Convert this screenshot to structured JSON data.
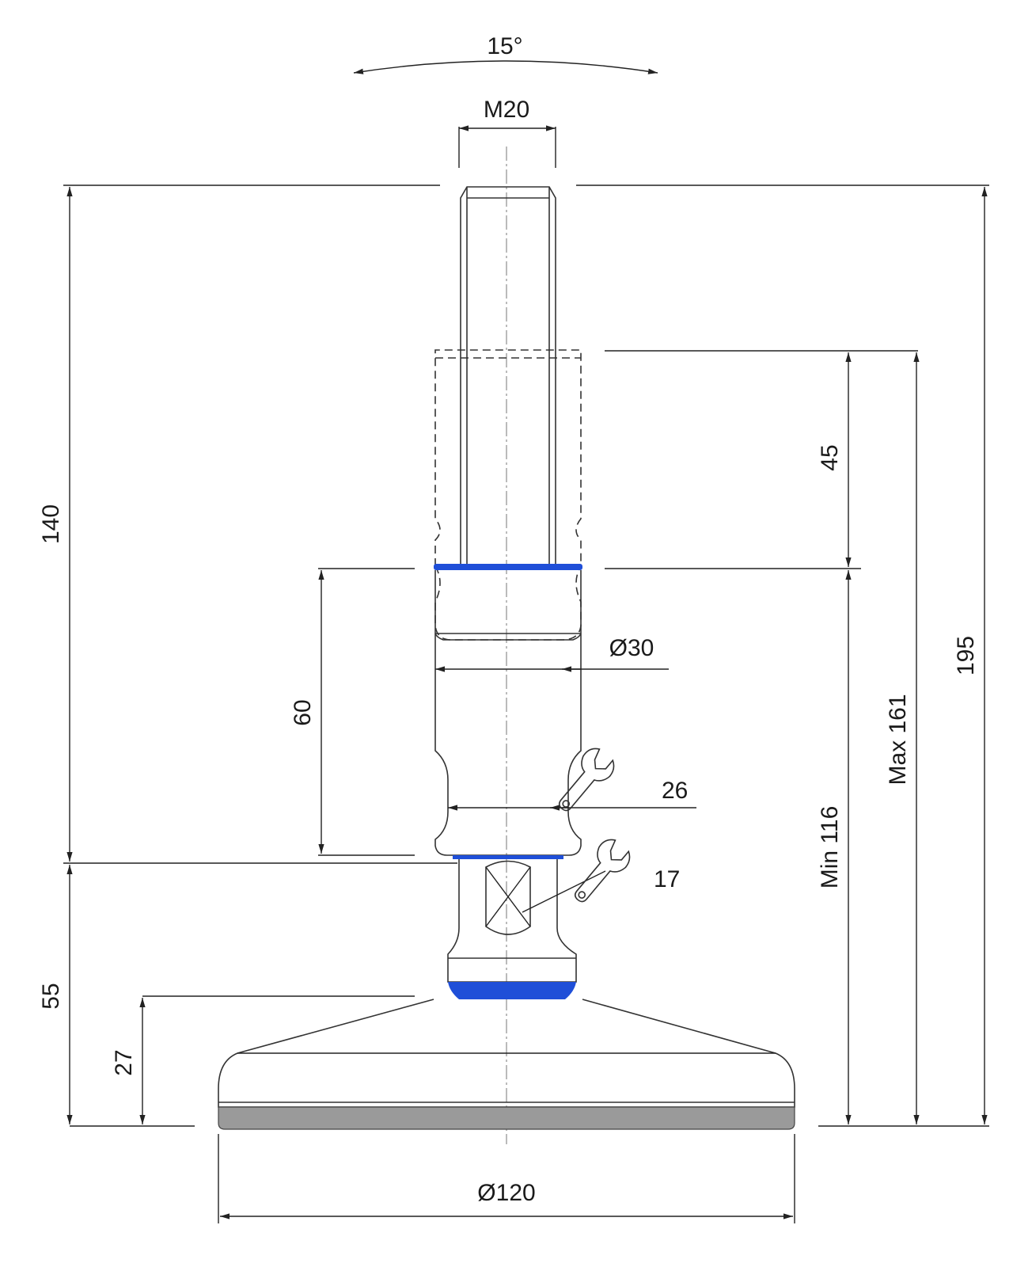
{
  "drawing": {
    "tilt_angle": "15°",
    "thread": "M20",
    "dimensions": {
      "top_height": "140",
      "bottom_height": "55",
      "base_height": "27",
      "body_length": "60",
      "body_diameter": "Ø30",
      "adjust_travel": "45",
      "min_height": "Min 116",
      "max_height": "Max 161",
      "overall_height": "195",
      "base_diameter": "Ø120",
      "wrench_upper": "26",
      "wrench_lower": "17"
    },
    "colors": {
      "seal_blue": "#1f4fd8",
      "pad_gray": "#9a9a9a",
      "line": "#222222"
    },
    "icons": [
      "wrench-icon",
      "wrench-icon"
    ]
  }
}
